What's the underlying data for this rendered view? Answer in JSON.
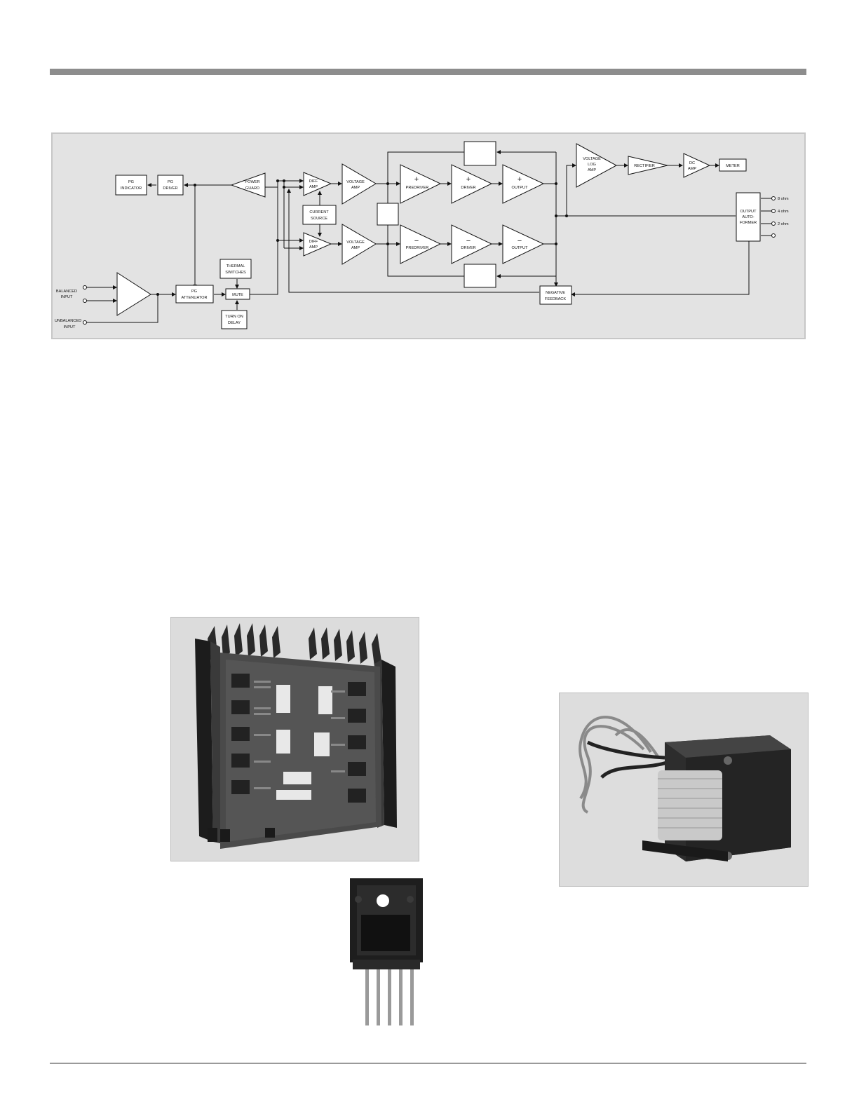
{
  "diagram": {
    "pg_indicator": [
      "PG",
      "INDICATOR"
    ],
    "pg_driver": [
      "PG",
      "DRIVER"
    ],
    "power_guard": [
      "POWER",
      "GUARD"
    ],
    "diff_amp": [
      "DIFF",
      "AMP"
    ],
    "voltage_amp": [
      "VOLTAGE",
      "AMP"
    ],
    "current_source": [
      "CURRENT",
      "SOURCE"
    ],
    "predriver": "PREDRIVER",
    "driver": "DRIVER",
    "output": "OUTPUT",
    "sign_plus": "+",
    "sign_minus": "−",
    "voltage_log_amp": [
      "VOLTAGE",
      "LOG",
      "AMP"
    ],
    "rectifier": "RECTIFIER",
    "dc_amp": [
      "DC",
      "AMP"
    ],
    "meter": "METER",
    "output_autoformer": [
      "OUTPUT",
      "AUTO-",
      "FORMER"
    ],
    "taps": [
      "8 ohm",
      "4 ohm",
      "2 ohm"
    ],
    "balanced_input": [
      "BALANCED",
      "INPUT"
    ],
    "unbalanced_input": [
      "UNBALANCED",
      "INPUT"
    ],
    "pg_attenuator": [
      "PG",
      "ATTENUATOR"
    ],
    "thermal_switches": [
      "THERMAL",
      "SWITCHES"
    ],
    "mute": "MUTE",
    "turn_on_delay": [
      "TURN ON",
      "DELAY"
    ],
    "negative_feedback": [
      "NEGATIVE",
      "FEEDBACK"
    ]
  }
}
